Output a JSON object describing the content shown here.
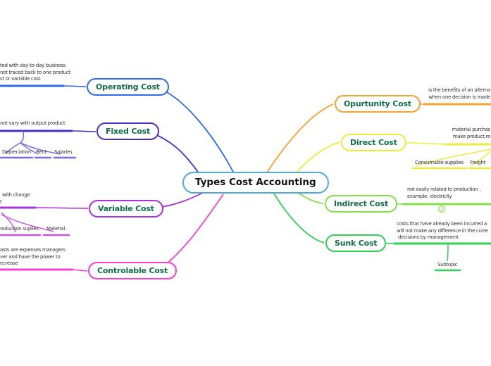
{
  "center": {
    "label": "Types Cost Accounting",
    "border_color": "#53a9d9"
  },
  "left": [
    {
      "label": "Operating Cost",
      "color": "#2f6be8",
      "desc": [
        "ted with day-to-day business",
        "not traced back to one product",
        "st or variable cost"
      ]
    },
    {
      "label": "Fixed Cost",
      "color": "#4b2fc9",
      "child_line_color": "#7e6ae6",
      "desc": [
        "not vary with output product"
      ],
      "children": [
        "Depreciation",
        "Rent",
        "Salaries"
      ]
    },
    {
      "label": "Variable Cost",
      "color": "#a832dc",
      "child_line_color": "#cf52e6",
      "desc": [
        "with change",
        "t"
      ],
      "children": [
        "roduction suplies",
        "Material"
      ]
    },
    {
      "label": "Controlable Cost",
      "color": "#f43fd3",
      "desc": [
        "osts are expenses managers",
        "ver and have the power to",
        "ecrease"
      ]
    }
  ],
  "right": [
    {
      "label": "Opurtunity Cost",
      "color": "#f5a332",
      "desc": [
        "is the benefits of an alterna",
        "when one decision is made"
      ]
    },
    {
      "label": "Direct Cost",
      "color": "#ecec3e",
      "desc": [
        "material purchas",
        "make product,re"
      ],
      "children": [
        "Consumable supplies",
        "Freight"
      ]
    },
    {
      "label": "Indirect Cost",
      "color": "#84e04a",
      "desc": [
        "not easily related to production ,",
        "example: electricity"
      ],
      "badge": "3"
    },
    {
      "label": "Sunk Cost",
      "color": "#30d155",
      "desc": [
        "costs that have already been incurred a",
        "will not make any difference in the curre",
        "decisions by management"
      ],
      "children": [
        "Subtopic"
      ]
    }
  ]
}
